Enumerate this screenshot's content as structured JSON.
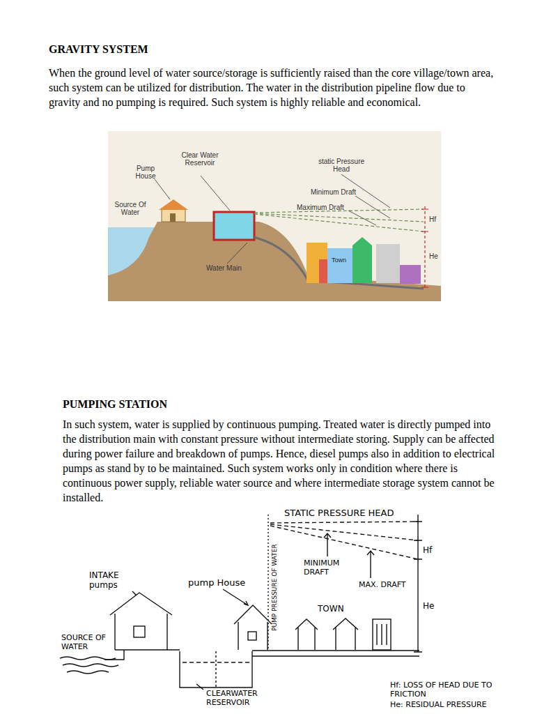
{
  "diagram": {
    "title": "GRAVITY SYSTEM",
    "labels": [
      "When the ground level of water source/storage is sufficiently raised than the core village/town area, such system can be utilized for distribution. The water in the distribution pipeline flow due to gravity and no pumping is required. Such system is highly reliable and economical.",
      "Clear Water Reservoir",
      "Pump House",
      "Source Of Water",
      "static Pressure Head",
      "Minimum Draft",
      "Maximum Draft",
      "Water Main",
      "Town",
      "Hf",
      "He",
      "PUMPING STATION",
      "In such system, water is supplied by continuous pumping. Treated water is directly pumped into the distribution main with constant pressure without intermediate storing. Supply can be affected during power failure and breakdown of pumps. Hence, diesel pumps also in addition to electrical pumps as stand by to be maintained. Such system works only in condition where there is continuous power supply, reliable water source and where intermediate storage system cannot be installed.",
      "STATIC PRESSURE HEAD",
      "MINIMUM DRAFT",
      "MAX. DRAFT",
      "Hf",
      "He",
      "INTAKE pumps",
      "pump House",
      "PUMP PRESSURE OF WATER",
      "TOWN",
      "SOURCE OF WATER",
      "CLEARWATER RESERVOIR",
      "Hf: LOSS OF HEAD DUE TO FRICTION",
      "He: RESIDUAL PRESSURE"
    ]
  }
}
